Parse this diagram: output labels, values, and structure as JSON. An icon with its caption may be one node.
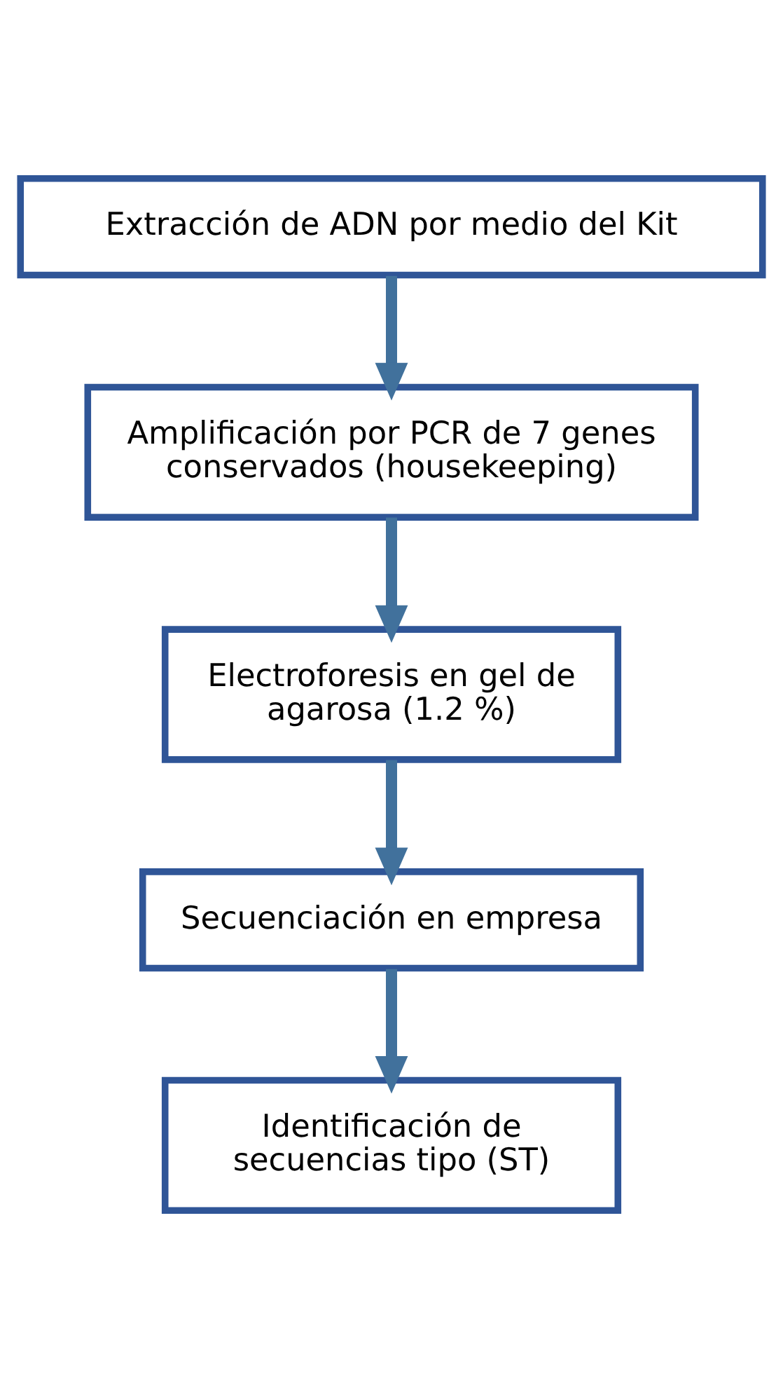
{
  "diagram": {
    "nodes": [
      {
        "text": [
          "Extracción de ADN por medio del Kit"
        ]
      },
      {
        "text": [
          "Amplificación por PCR de 7 genes conservados (housekeeping)"
        ]
      },
      {
        "text": [
          "Electroforesis en gel de agarosa (1.2 %)"
        ]
      },
      {
        "text": [
          "Secuenciación en empresa"
        ]
      },
      {
        "text": [
          "Identificación de secuencias tipo (ST)"
        ]
      }
    ],
    "edges": [
      {
        "from": 0,
        "to": 1,
        "arrow": "to"
      },
      {
        "from": 1,
        "to": 2,
        "arrow": "to"
      },
      {
        "from": 2,
        "to": 3,
        "arrow": "to"
      },
      {
        "from": 3,
        "to": 4,
        "arrow": "to"
      }
    ]
  }
}
